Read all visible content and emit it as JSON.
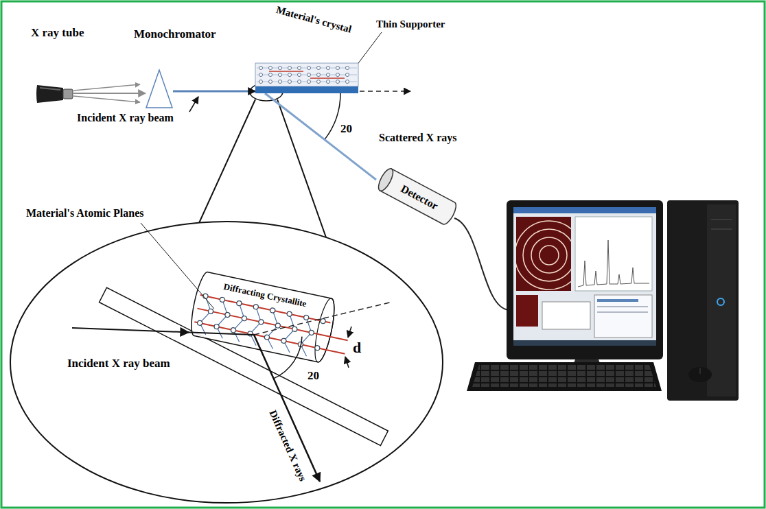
{
  "diagram": {
    "nodes": [
      {
        "text": [
          "X ray tube"
        ]
      },
      {
        "text": [
          "Monochromator"
        ]
      },
      {
        "text": [
          "Material's crystal"
        ]
      },
      {
        "text": [
          "Detector"
        ]
      }
    ],
    "edges": [
      {
        "from": 0,
        "to": 1,
        "arrow": "to"
      },
      {
        "from": 1,
        "to": 2,
        "arrow": "to"
      },
      {
        "from": 2,
        "to": 3,
        "arrow": "none"
      }
    ],
    "labels": [
      "Incident X ray beam",
      "Thin Supporter",
      "20",
      "Scattered X rays",
      "Material's Atomic Planes",
      "Diffracting Crystallite",
      "Incident X ray beam",
      "Diffracted X rays",
      "20",
      "d"
    ]
  }
}
